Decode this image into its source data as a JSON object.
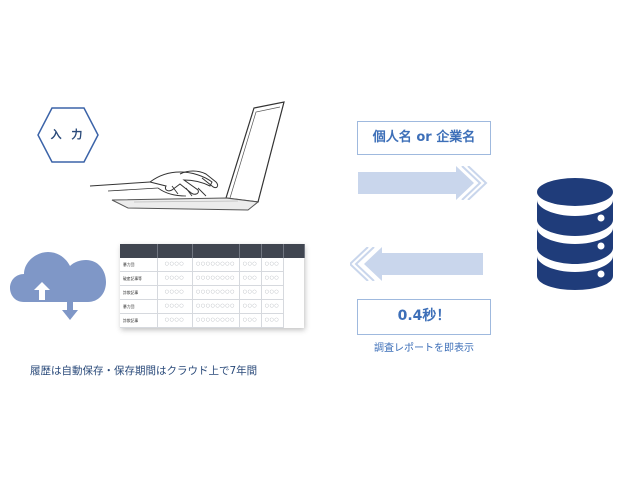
{
  "input_label": "入 力",
  "query_box": "個人名 or 企業名",
  "time_box": "0.4秒！",
  "report_caption": "調査レポートを即表示",
  "history_caption": "履歴は自動保存・保存期間はクラウド上で7年間",
  "table": {
    "rows": [
      {
        "label": "暴力団",
        "cells": [
          "○○○○",
          "○○○○○○○○",
          "○○○",
          "○○○"
        ]
      },
      {
        "label": "破産記事等",
        "cells": [
          "○○○○",
          "○○○○○○○○",
          "○○○",
          "○○○"
        ]
      },
      {
        "label": "詐欺記事",
        "cells": [
          "○○○○",
          "○○○○○○○○",
          "○○○",
          "○○○"
        ]
      },
      {
        "label": "暴力団",
        "cells": [
          "○○○○",
          "○○○○○○○○",
          "○○○",
          "○○○"
        ]
      },
      {
        "label": "詐欺記事",
        "cells": [
          "○○○○",
          "○○○○○○○○",
          "○○○",
          "○○○"
        ]
      }
    ]
  },
  "colors": {
    "navy": "#1f3c7a",
    "arrow": "#c9d6ec",
    "cloud": "#7f97c7",
    "accent_text": "#3d6fb8"
  },
  "icons": [
    "hexagon-icon",
    "laptop-typing-icon",
    "arrow-right-icon",
    "arrow-left-icon",
    "database-icon",
    "cloud-download-icon"
  ]
}
